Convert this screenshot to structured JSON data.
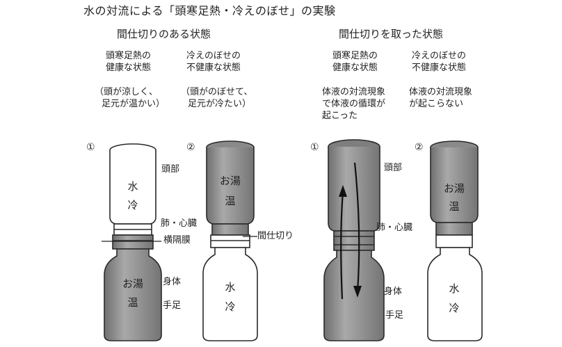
{
  "title": "水の対流による「頭寒足熱・冷えのぼせ」の実験",
  "left": {
    "heading": "間仕切りのある状態",
    "state1": [
      "頭寒足熱の",
      "健康な状態"
    ],
    "state2": [
      "冷えのぼせの",
      "不健康な状態"
    ],
    "note1": [
      "（頭が涼しく、",
      "足元が温かい）"
    ],
    "note2": [
      "（頭がのぼせて、",
      "足元が冷たい）"
    ]
  },
  "right": {
    "heading": "間仕切りを取った状態",
    "state1": [
      "頭寒足熱の",
      "健康な状態"
    ],
    "state2": [
      "冷えのぼせの",
      "不健康な状態"
    ],
    "note1": [
      "体液の対流現象",
      "で体液の循環が",
      "起こった"
    ],
    "note2": [
      "体液の対流現象",
      "が起こらない"
    ]
  },
  "markers": {
    "one": "①",
    "two": "②"
  },
  "labels": {
    "head": "頭部",
    "lung_heart": "肺・心臓",
    "diaphragm": "横隔膜",
    "partition": "間仕切り",
    "body": "身体",
    "limbs": "手足"
  },
  "water": {
    "cold1": "水",
    "cold2": "冷",
    "hot1": "お湯",
    "hot2": "温"
  },
  "colors": {
    "dark_fill": "#8d8d8d",
    "light_fill": "#ffffff",
    "outline": "#2a2a2a"
  }
}
